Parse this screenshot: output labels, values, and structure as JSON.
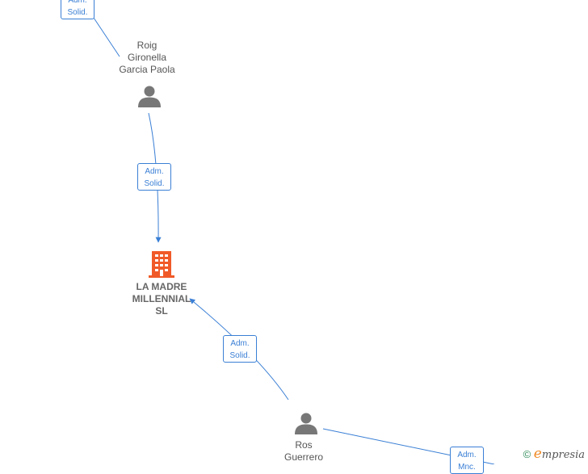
{
  "nodes": {
    "roig": {
      "lines": [
        "Roig",
        "Gironella",
        "Garcia Paola"
      ]
    },
    "company": {
      "lines": [
        "LA MADRE",
        "MILLENNIAL",
        "SL"
      ],
      "color": "#f05a28"
    },
    "ros": {
      "lines": [
        "Ros",
        "Guerrero"
      ]
    }
  },
  "edges": {
    "top": {
      "lines": [
        "Adm.",
        "Solid."
      ]
    },
    "roig_company": {
      "lines": [
        "Adm.",
        "Solid."
      ]
    },
    "ros_company": {
      "lines": [
        "Adm.",
        "Solid."
      ]
    },
    "bottom_right": {
      "lines": [
        "Adm.",
        "Mnc."
      ]
    }
  },
  "colors": {
    "edge": "#3a7fd5",
    "person": "#777777"
  },
  "watermark": {
    "symbol": "©",
    "brand_initial": "e",
    "brand_rest": "mpresia"
  }
}
